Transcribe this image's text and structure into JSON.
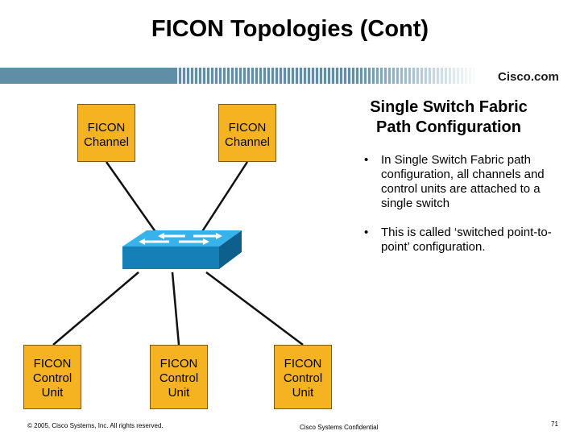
{
  "slide": {
    "title": "FICON Topologies (Cont)",
    "logo_text": "Cisco.com"
  },
  "diagram": {
    "channels": [
      {
        "line1": "FICON",
        "line2": "Channel"
      },
      {
        "line1": "FICON",
        "line2": "Channel"
      }
    ],
    "control_units": [
      {
        "line1": "FICON",
        "line2": "Control",
        "line3": "Unit"
      },
      {
        "line1": "FICON",
        "line2": "Control",
        "line3": "Unit"
      },
      {
        "line1": "FICON",
        "line2": "Control",
        "line3": "Unit"
      }
    ],
    "switch_icon": "switch-icon",
    "box_color": "#f5b322",
    "switch_color": "#1f9ad6"
  },
  "right_panel": {
    "heading_line1": "Single Switch Fabric",
    "heading_line2": "Path Configuration",
    "bullets": [
      "In Single Switch Fabric path configuration, all channels and control units are attached to a single switch",
      "This is called ‘switched point-to-point’ configuration."
    ]
  },
  "footer": {
    "copyright": "© 2005, Cisco Systems, Inc. All rights reserved.",
    "confidential": "Cisco Systems Confidential",
    "page_number": "71"
  }
}
